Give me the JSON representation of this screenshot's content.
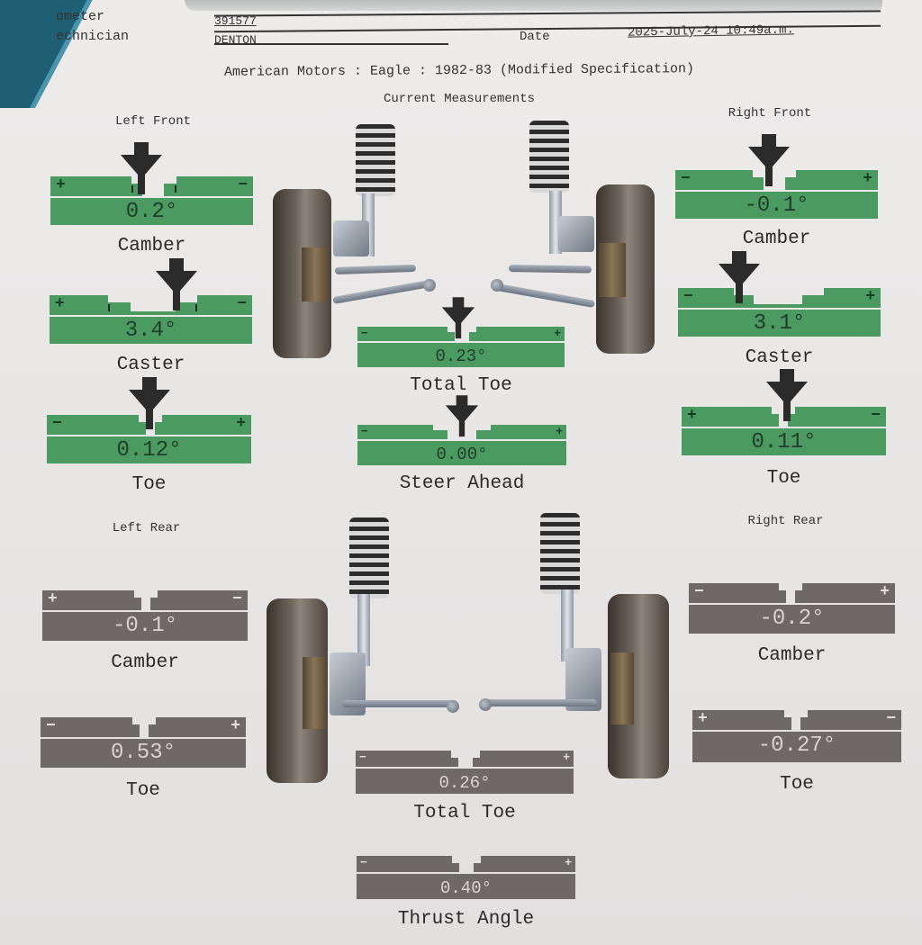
{
  "header": {
    "fields": [
      {
        "label": "ometer",
        "value": "391577"
      },
      {
        "label": "echnician",
        "value": "DENTON"
      }
    ],
    "date_label": "Date",
    "date_value": "2025-July-24 10:49a.m.",
    "vehicle": "American Motors : Eagle : 1982-83 (Modified Specification)",
    "section_title": "Current Measurements"
  },
  "front": {
    "left_title": "Left Front",
    "right_title": "Right Front",
    "left": {
      "camber": {
        "label": "Camber",
        "value": "0.2°",
        "left_sign": "+",
        "right_sign": "−"
      },
      "caster": {
        "label": "Caster",
        "value": "3.4°",
        "left_sign": "+",
        "right_sign": "−"
      },
      "toe": {
        "label": "Toe",
        "value": "0.12°",
        "left_sign": "−",
        "right_sign": "+"
      }
    },
    "right": {
      "camber": {
        "label": "Camber",
        "value": "-0.1°",
        "left_sign": "−",
        "right_sign": "+"
      },
      "caster": {
        "label": "Caster",
        "value": "3.1°",
        "left_sign": "−",
        "right_sign": "+"
      },
      "toe": {
        "label": "Toe",
        "value": "0.11°",
        "left_sign": "+",
        "right_sign": "−"
      }
    },
    "total_toe": {
      "label": "Total Toe",
      "value": "0.23°",
      "left_sign": "−",
      "right_sign": "+"
    },
    "steer_ahead": {
      "label": "Steer Ahead",
      "value": "0.00°",
      "left_sign": "−",
      "right_sign": "+"
    }
  },
  "rear": {
    "left_title": "Left Rear",
    "right_title": "Right Rear",
    "left": {
      "camber": {
        "label": "Camber",
        "value": "-0.1°",
        "left_sign": "+",
        "right_sign": "−"
      },
      "toe": {
        "label": "Toe",
        "value": "0.53°",
        "left_sign": "−",
        "right_sign": "+"
      }
    },
    "right": {
      "camber": {
        "label": "Camber",
        "value": "-0.2°",
        "left_sign": "−",
        "right_sign": "+"
      },
      "toe": {
        "label": "Toe",
        "value": "-0.27°",
        "left_sign": "+",
        "right_sign": "−"
      }
    },
    "total_toe": {
      "label": "Total Toe",
      "value": "0.26°",
      "left_sign": "−",
      "right_sign": "+"
    },
    "thrust_angle": {
      "label": "Thrust Angle",
      "value": "0.40°",
      "left_sign": "−",
      "right_sign": "+"
    }
  },
  "colors": {
    "in_spec_green": "#4b9a62",
    "no_spec_gray": "#6e6866",
    "pointer": "#2b2b2b"
  }
}
